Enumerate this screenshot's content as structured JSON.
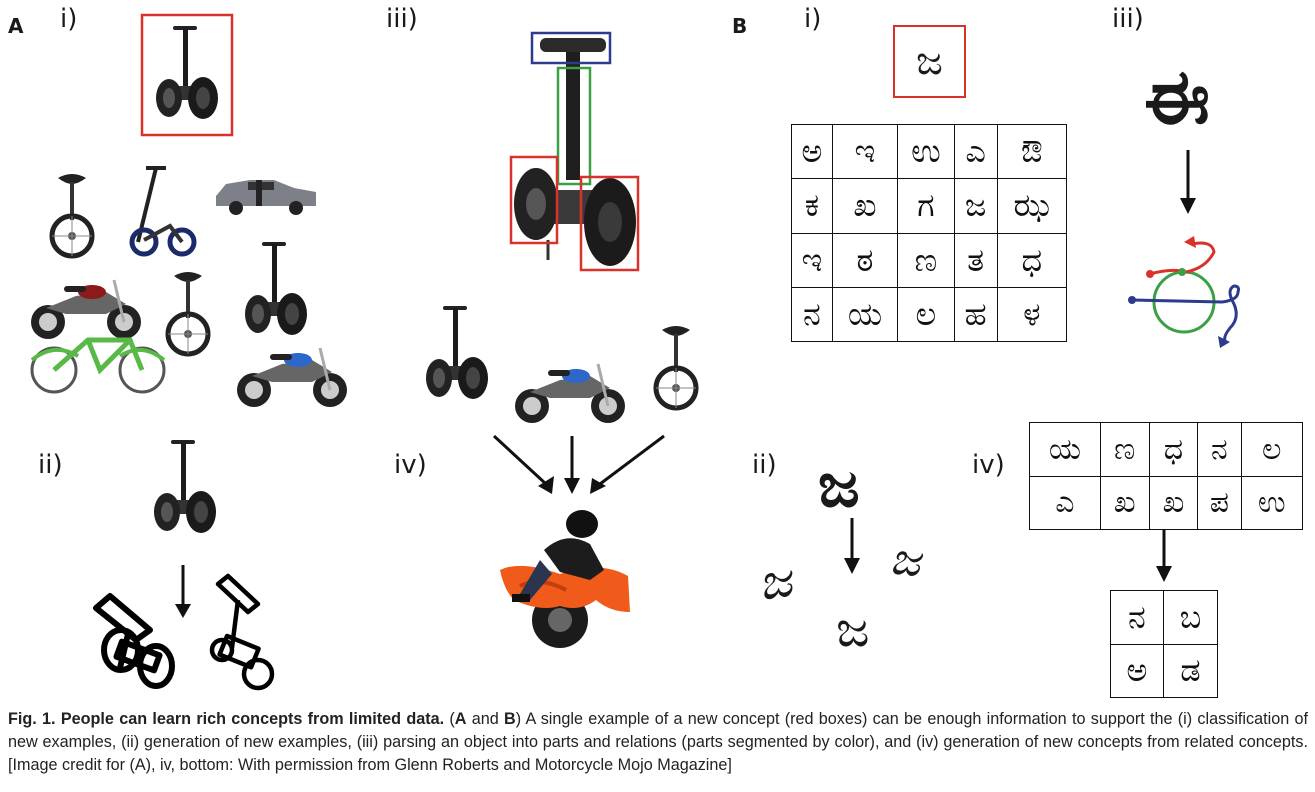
{
  "panels": {
    "A": "A",
    "B": "B",
    "A_sub": [
      "i)",
      "ii)",
      "iii)",
      "iv)"
    ],
    "B_sub": [
      "i)",
      "ii)",
      "iii)",
      "iv)"
    ]
  },
  "B_i": {
    "target": "ಜ",
    "grid": [
      [
        "ಅ",
        "ಇ",
        "ಉ",
        "ಎ",
        "ಔ"
      ],
      [
        "ಕ",
        "ಖ",
        "ಗ",
        "ಜ",
        "ಝ"
      ],
      [
        "ಇ",
        "ಠ",
        "ಣ",
        "ತ",
        "ಧ"
      ],
      [
        "ನ",
        "ಯ",
        "ಲ",
        "ಹ",
        "ಳ"
      ]
    ]
  },
  "B_ii": {
    "main": "ಜ",
    "samples": [
      "ಜ",
      "ಜ",
      "ಜ"
    ]
  },
  "B_iii": {
    "char": "ಈ"
  },
  "B_iv": {
    "grid": [
      [
        "ಯ",
        "ಣ",
        "ಧ",
        "ನ",
        "ಲ"
      ],
      [
        "ಎ",
        "ಖ",
        "ಖ",
        "ಪ",
        "ಉ"
      ]
    ],
    "generated": [
      [
        "ನ",
        "ಬ"
      ],
      [
        "ಅ",
        "ಡ"
      ]
    ]
  },
  "caption": {
    "fig": "Fig. 1.",
    "title": "People can learn rich concepts from limited data.",
    "open": "(",
    "A": "A",
    "and": " and ",
    "B": "B",
    "body": ") A single example of a new concept (red boxes) can be enough information to support the (i) classification of new examples, (ii) generation of new examples, (iii) parsing an object into parts and relations (parts segmented by color), and (iv) generation of new concepts from related concepts. [Image credit for (A), iv, bottom: With permission from Glenn Roberts and Motorcycle Mojo Magazine]"
  },
  "colors": {
    "red_box": "#d9322b",
    "blue_box": "#2e3a8c",
    "green_box": "#3aa043",
    "orange_bike": "#f05a1a"
  }
}
